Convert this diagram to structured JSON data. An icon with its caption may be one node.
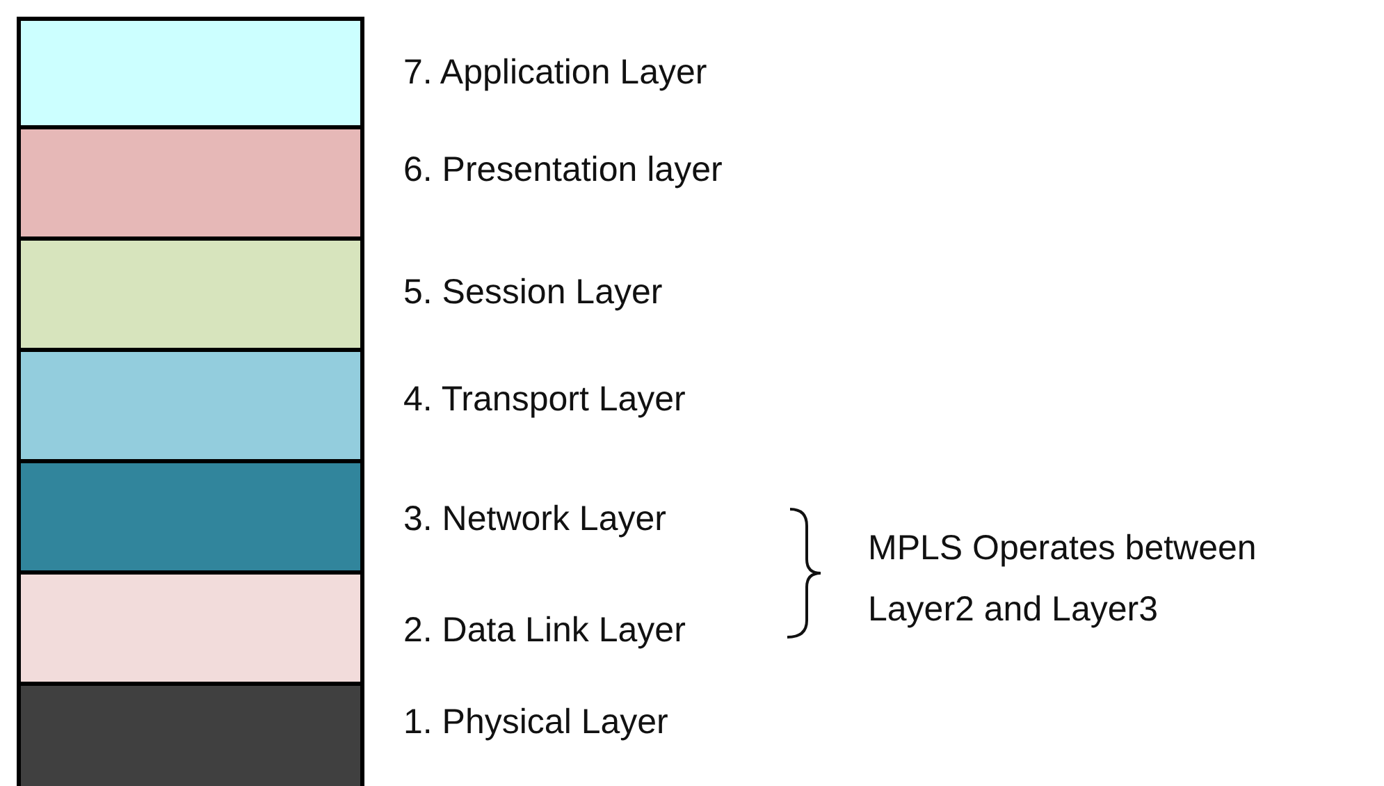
{
  "diagram": {
    "nodes": [
      {
        "text": [],
        "shape": "bar",
        "beside": [
          "7. Application Layer"
        ]
      },
      {
        "text": [],
        "shape": "bar",
        "beside": [
          "6. Presentation layer"
        ]
      },
      {
        "text": [],
        "shape": "bar",
        "beside": [
          "5. Session Layer"
        ]
      },
      {
        "text": [],
        "shape": "bar",
        "beside": [
          "4. Transport Layer"
        ]
      },
      {
        "text": [],
        "shape": "bar",
        "beside": [
          "3. Network Layer"
        ]
      },
      {
        "text": [],
        "shape": "bar",
        "beside": [
          "2. Data Link Layer"
        ]
      },
      {
        "text": [],
        "shape": "bar",
        "beside": [
          "1. Physical Layer"
        ]
      }
    ],
    "labels": [
      "MPLS Operates between Layer2 and Layer3"
    ]
  }
}
